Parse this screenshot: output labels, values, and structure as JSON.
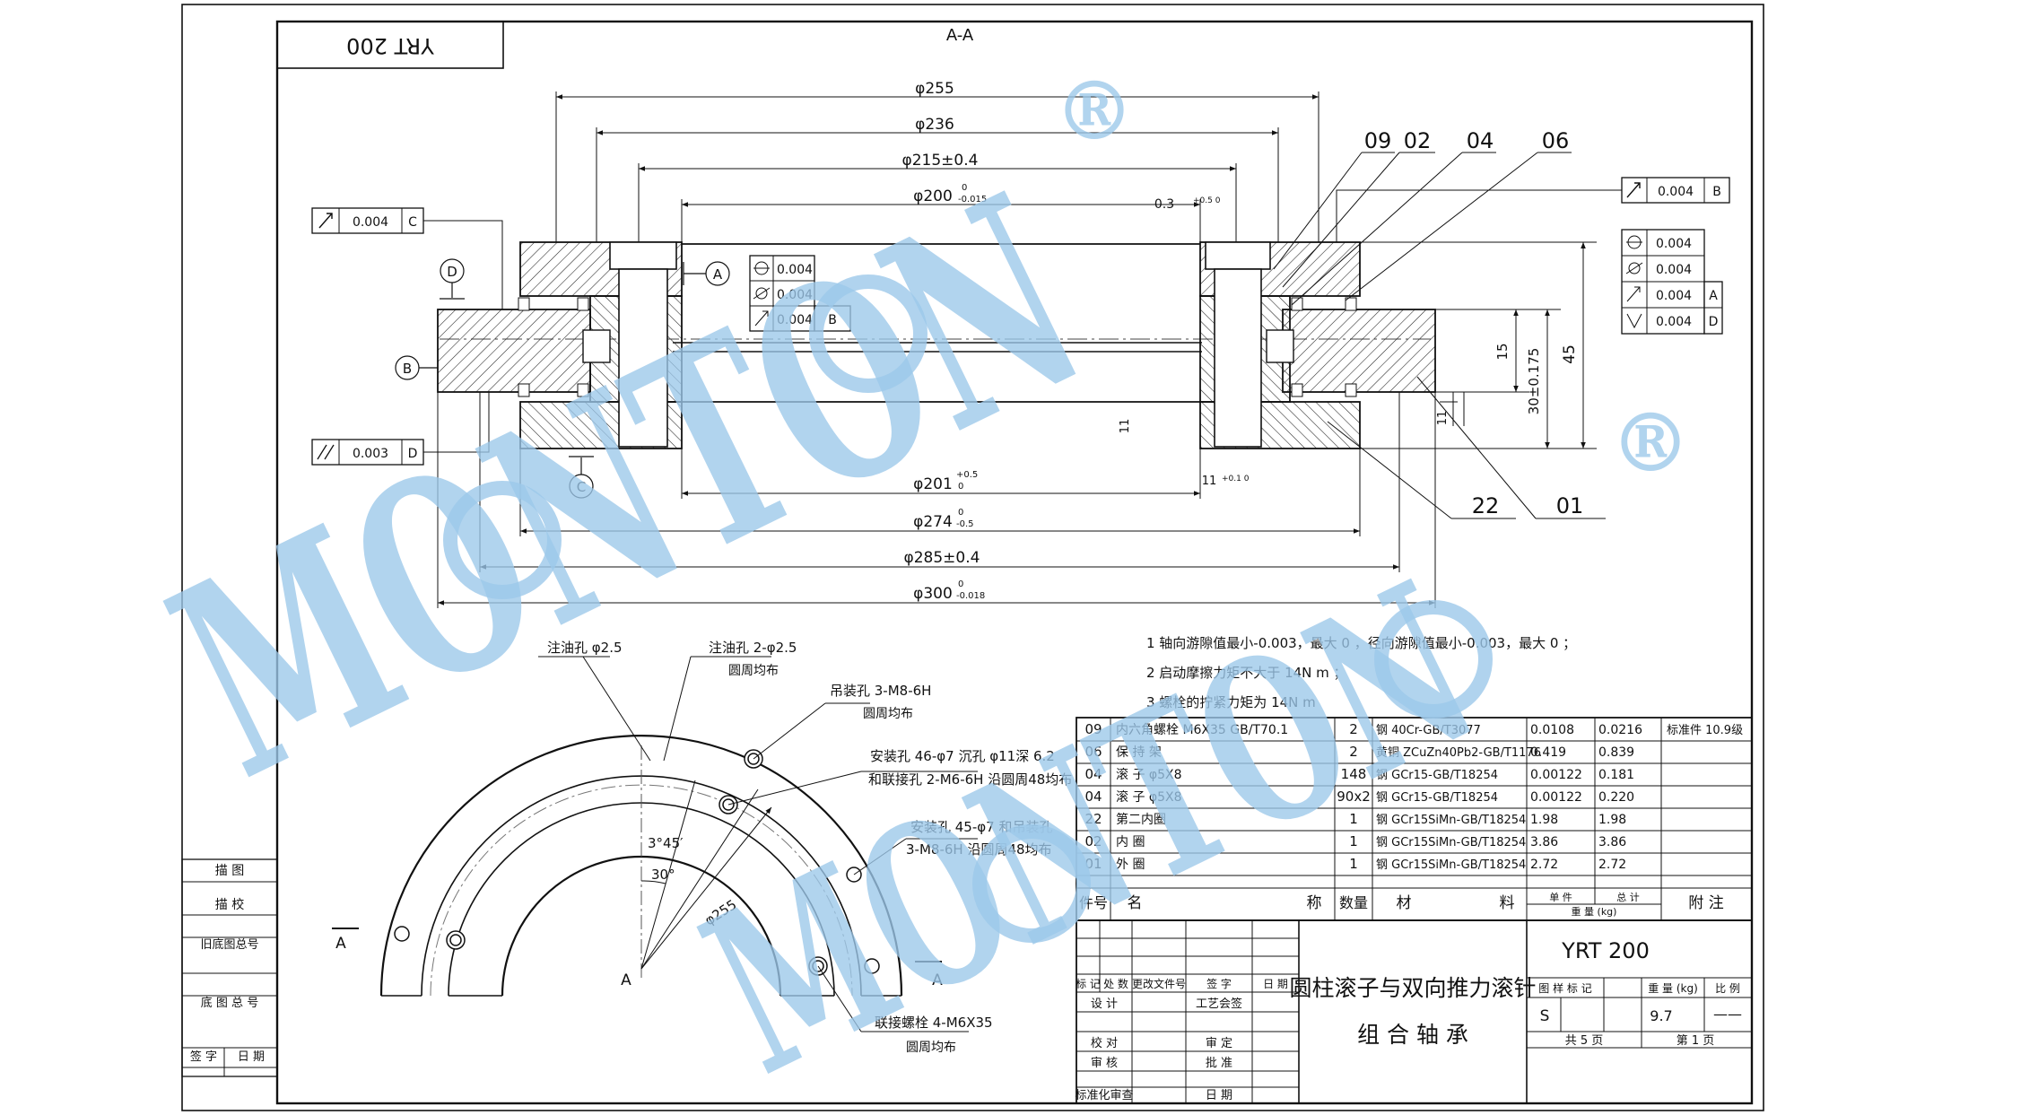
{
  "drawing": {
    "title_flag": "YRT 200",
    "section_label": "A-A",
    "cut_label": "A",
    "watermark": "MONTON",
    "watermark_symbol": "®"
  },
  "dimensions": {
    "d255": "φ255",
    "d236": "φ236",
    "d215": "φ215±0.4",
    "d200": "φ200",
    "d200_tol_upper": "0",
    "d200_tol_lower": "-0.015",
    "d201": "φ201",
    "d201_tol_upper": "+0.5",
    "d201_tol_lower": "0",
    "d274": "φ274",
    "d274_tol_upper": "0",
    "d274_tol_lower": "-0.5",
    "d285": "φ285±0.4",
    "d300": "φ300",
    "d300_tol_upper": "0",
    "d300_tol_lower": "-0.018",
    "h45": "45",
    "h30": "30±0.175",
    "h15": "15",
    "c03": "0.3",
    "c03_tol": "+0.5 0",
    "c11": "11",
    "c11_tol": "+0.1 0",
    "k11a": "11",
    "k11b": "11"
  },
  "tolerances": {
    "runout_c": {
      "value": "0.004",
      "datum": "C"
    },
    "parallel_d": {
      "value": "0.003",
      "datum": "D"
    },
    "runout_b": {
      "value": "0.004",
      "datum": "B"
    },
    "inner_flatness": "0.004",
    "inner_cyl": "0.004",
    "inner_runout": {
      "value": "0.004",
      "datum": "B"
    },
    "right_flat": "0.004",
    "right_cyl": "0.004",
    "right_runout_a": {
      "value": "0.004",
      "datum": "A"
    },
    "right_perp_d": {
      "value": "0.004",
      "datum": "D"
    }
  },
  "datums": {
    "A": "A",
    "B": "B",
    "C": "C",
    "D": "D"
  },
  "balloons": [
    "09",
    "02",
    "04",
    "06",
    "22",
    "01"
  ],
  "notes": [
    "1  轴向游隙值最小-0.003，最大  0  ，径向游隙值最小-0.003，最大  0  ；",
    "2  启动摩擦力矩不大于  14N m ；",
    "3  螺栓的拧紧力矩为  14N m"
  ],
  "plan_labels": {
    "oil_hole": "注油孔 φ2.5",
    "oil_hole2": "注油孔 2-φ2.5",
    "circ_even": "圆周均布",
    "lift_hole": "吊装孔 3-M8-6H",
    "circ_even2": "圆周均布",
    "mount_holes_46": "安装孔 46-φ7    沉孔 φ11深  6.2",
    "link_holes": "和联接孔 2-M6-6H  沿圆周48均布",
    "mount_holes_45": "安装孔 45-φ7  和吊装孔",
    "lift_3m8": "3-M8-6H  沿圆周48均布",
    "angle1": "3°45′",
    "angle2": "30°",
    "dia255": "φ255",
    "link_bolt": "联接螺栓 4-M6X35",
    "circ_even3": "圆周均布"
  },
  "bom": {
    "rows": [
      {
        "no": "09",
        "name": "内六角螺栓  M6X35   GB/T70.1",
        "qty": "2",
        "material": "钢 40Cr-GB/T3077",
        "unit": "0.0108",
        "total": "0.0216",
        "note": "标准件   10.9级"
      },
      {
        "no": "06",
        "name": "保  持  架",
        "qty": "2",
        "material": "黄铜 ZCuZn40Pb2-GB/T1176",
        "unit": "0.419",
        "total": "0.839",
        "note": ""
      },
      {
        "no": "04",
        "name": "滚     子        φ5X8",
        "qty": "148",
        "material": "钢 GCr15-GB/T18254",
        "unit": "0.00122",
        "total": "0.181",
        "note": ""
      },
      {
        "no": "04",
        "name": "滚     子        φ5X8",
        "qty": "90x2",
        "material": "钢 GCr15-GB/T18254",
        "unit": "0.00122",
        "total": "0.220",
        "note": ""
      },
      {
        "no": "22",
        "name": "第二内圈",
        "qty": "1",
        "material": "钢 GCr15SiMn-GB/T18254",
        "unit": "1.98",
        "total": "1.98",
        "note": ""
      },
      {
        "no": "02",
        "name": "内     圈",
        "qty": "1",
        "material": "钢 GCr15SiMn-GB/T18254",
        "unit": "3.86",
        "total": "3.86",
        "note": ""
      },
      {
        "no": "01",
        "name": "外     圈",
        "qty": "1",
        "material": "钢 GCr15SiMn-GB/T18254",
        "unit": "2.72",
        "total": "2.72",
        "note": ""
      }
    ],
    "header": {
      "no": "件号",
      "name": "名",
      "name2": "称",
      "qty": "数量",
      "material": "材",
      "material2": "料",
      "unit": "单   件",
      "total": "总   计",
      "weight": "重     量    (kg)",
      "note": "附      注"
    }
  },
  "title_block": {
    "product_title_line1": "圆柱滚子与双向推力滚针",
    "product_title_line2": "组  合  轴  承",
    "model": "YRT 200",
    "stage_label": "图  样  标  记",
    "weight_label": "重 量 (kg)",
    "scale_label": "比  例",
    "stage": "S",
    "weight": "9.7",
    "scale": "——",
    "sheets": "共   5   页",
    "sheet": "第  1  页",
    "rev_headers": [
      "标 记",
      "处 数",
      "更改文件号",
      "签      字",
      "日  期"
    ],
    "design": "设    计",
    "process_sign": "工艺会签",
    "check": "校    对",
    "review": "审     定",
    "audit": "审    核",
    "approve": "批     准",
    "std_check": "标准化审查",
    "date": "日   期"
  },
  "left_strip": [
    "描        图",
    "描        校",
    "旧底图总号",
    "底 图 总 号",
    "签 字",
    "日 期"
  ]
}
